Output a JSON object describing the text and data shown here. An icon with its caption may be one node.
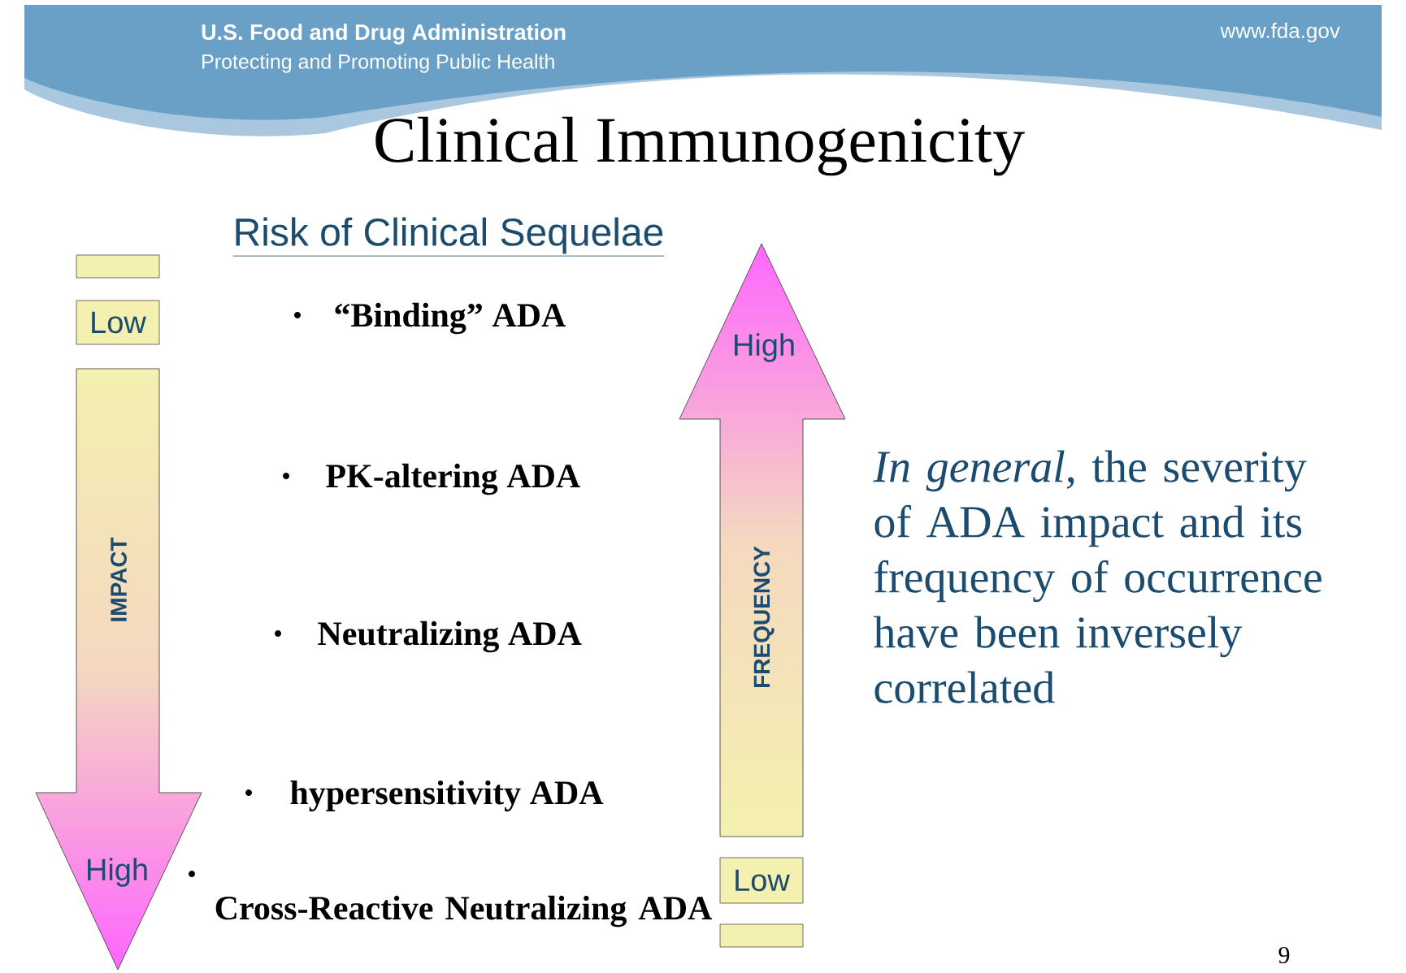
{
  "diagram": {
    "title": "Clinical Immunogenicity",
    "nodes": [
      {
        "text": [],
        "shape": "bar"
      },
      {
        "text": [
          "Low"
        ]
      },
      {
        "text": [
          "IMPACT",
          "High"
        ]
      },
      {
        "text": [
          "High",
          "FREQUENCY"
        ]
      },
      {
        "text": [
          "Low"
        ]
      },
      {
        "text": [],
        "shape": "bar"
      }
    ],
    "labels": [
      "U.S. Food and Drug Administration",
      "Protecting and Promoting Public Health",
      "www.fda.gov",
      "Risk of Clinical Sequelae",
      "“Binding” ADA",
      "PK-altering ADA",
      "Neutralizing ADA",
      "hypersensitivity ADA",
      "Cross-Reactive Neutralizing ADA",
      "*In general*, the severity of ADA impact and its frequency of occurrence have been inversely correlated",
      "9"
    ]
  }
}
